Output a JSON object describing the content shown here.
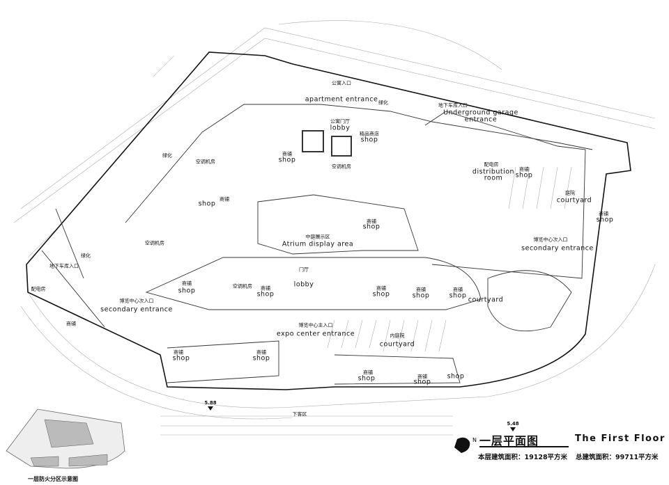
{
  "title": {
    "cn": "一层平面图",
    "en": "The First Floor"
  },
  "areas": {
    "floor_area": "本层建筑面积：19128平方米",
    "total_area": "总建筑面积：99711平方米"
  },
  "elevations": {
    "left": "5.88",
    "right": "5.48"
  },
  "drop_off": "下客区",
  "mini_map_caption": "一层防火分区示意图",
  "compass_label": "N",
  "labels": {
    "apartment_cn": "公寓入口",
    "apartment_en": "apartment entrance",
    "green1": "绿化",
    "green2": "绿化",
    "green3": "绿化",
    "garage_cn": "地下车库入口",
    "garage_en1": "Underground garage",
    "garage_en2": "entrance",
    "apt_lobby_cn": "公寓门厅",
    "apt_lobby_en": "lobby",
    "boutique_cn": "精品商店",
    "boutique_en": "shop",
    "shop1_cn": "商铺",
    "shop1_en": "shop",
    "ac1": "空调机房",
    "ac2": "空调机房",
    "ac3": "空调机房",
    "ac4": "空调机房",
    "dist_cn": "配电房",
    "dist_en1": "distribution",
    "dist_en2": "room",
    "shop2_cn": "商铺",
    "shop2_en": "shop",
    "shop3_cn": "商铺",
    "shop3_en": "shop",
    "shop4_cn": "商铺",
    "shop4_en": "shop",
    "atrium_cn": "中庭展示区",
    "atrium_en": "Atrium display area",
    "garage2_cn": "地下车库入口",
    "lobby_cn": "门厅",
    "lobby_en": "lobby",
    "shop5_cn": "商铺",
    "shop5_en": "shop",
    "shop6_cn": "商铺",
    "shop6_en": "shop",
    "shop7_cn": "商铺",
    "shop7_en": "shop",
    "shop8_cn": "商铺",
    "shop8_en": "shop",
    "shop9_cn": "商铺",
    "shop9_en": "shop",
    "sec_left_cn": "博览中心次入口",
    "sec_left_en": "secondary entrance",
    "sec_right_cn": "博览中心次入口",
    "sec_right_en": "secondary entrance",
    "courtyard1": "courtyard",
    "courtyard2_cn": "庭院",
    "courtyard2_en": "courtyard",
    "main_cn": "博览中心主入口",
    "main_en": "expo center entrance",
    "inner_cn": "内庭院",
    "inner_en": "courtyard",
    "shop10_cn": "商铺",
    "shop10_en": "shop",
    "shop11_cn": "商铺",
    "shop11_en": "shop",
    "shop12_cn": "商铺",
    "shop12_en": "shop",
    "shop13_cn": "商铺",
    "shop13_en": "shop",
    "shop14_en": "shop",
    "shop15_cn": "商铺",
    "shop15_en": "shop",
    "dist2": "配电房",
    "shop16_cn": "商铺"
  }
}
